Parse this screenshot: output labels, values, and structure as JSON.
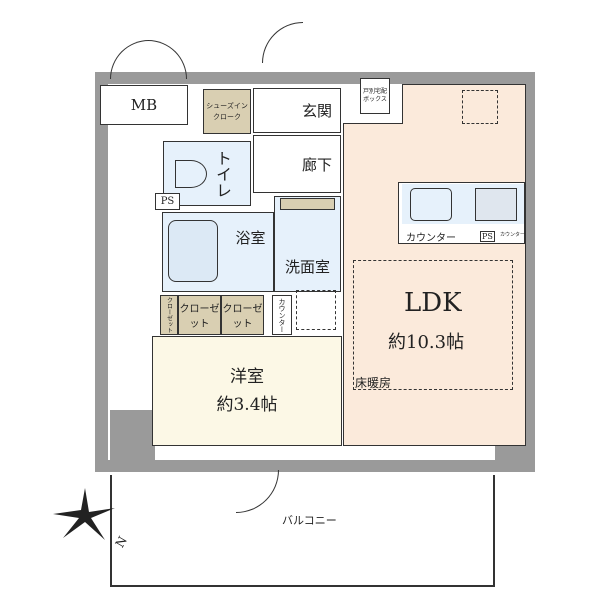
{
  "rooms": {
    "mb": "MB",
    "shoe_closet": "シューズインクローク",
    "entrance": "玄関",
    "delivery_box": "戸別宅配ボックス",
    "toilet": "トイレ",
    "hallway": "廊下",
    "ps1": "PS",
    "bath": "浴室",
    "washroom": "洗面室",
    "closet_small": "クローゼット",
    "closet1": "クローゼット",
    "closet2": "クローゼット",
    "counter_wash": "カウンター",
    "western_room": "洋室",
    "western_size": "約3.4帖",
    "ldk": "LDK",
    "ldk_size": "約10.3帖",
    "floor_heating": "床暖房",
    "kitchen_counter": "カウンター",
    "ps2": "PS",
    "counter_small": "カウンター",
    "balcony": "バルコニー",
    "north": "N"
  },
  "colors": {
    "wall": "#9a9a9a",
    "tan": "#d9cfb2",
    "blue": "#e6f1fb",
    "cream": "#fcf8e6",
    "peach": "#fbeadb"
  }
}
